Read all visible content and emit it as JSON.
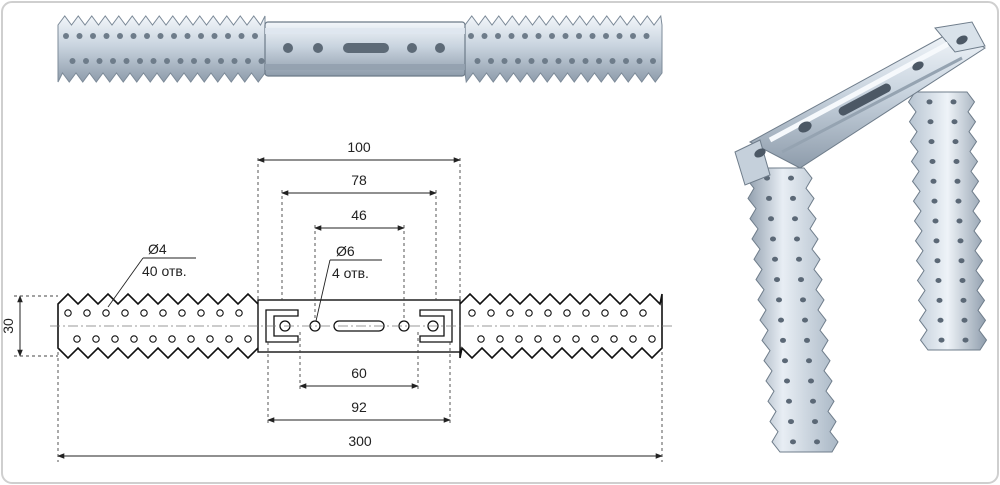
{
  "colors": {
    "background": "#ffffff",
    "frame": "#c8c8c8",
    "metal_light": "#e4ebf2",
    "metal_mid": "#b9c6d3",
    "metal_dark": "#7d8b99",
    "outline": "#1a1a1a",
    "dim_line": "#333333"
  },
  "dimensions": {
    "d100": "100",
    "d78": "78",
    "d46": "46",
    "d60": "60",
    "d92": "92",
    "d300": "300",
    "d30": "30"
  },
  "annotations": {
    "small_hole_diameter": "Ø4",
    "small_hole_count": "40 отв.",
    "large_hole_diameter": "Ø6",
    "large_hole_count": "4 отв."
  },
  "icons": {
    "top_photo": "flat-bracket-photo",
    "side_photo": "u-bracket-photo"
  }
}
